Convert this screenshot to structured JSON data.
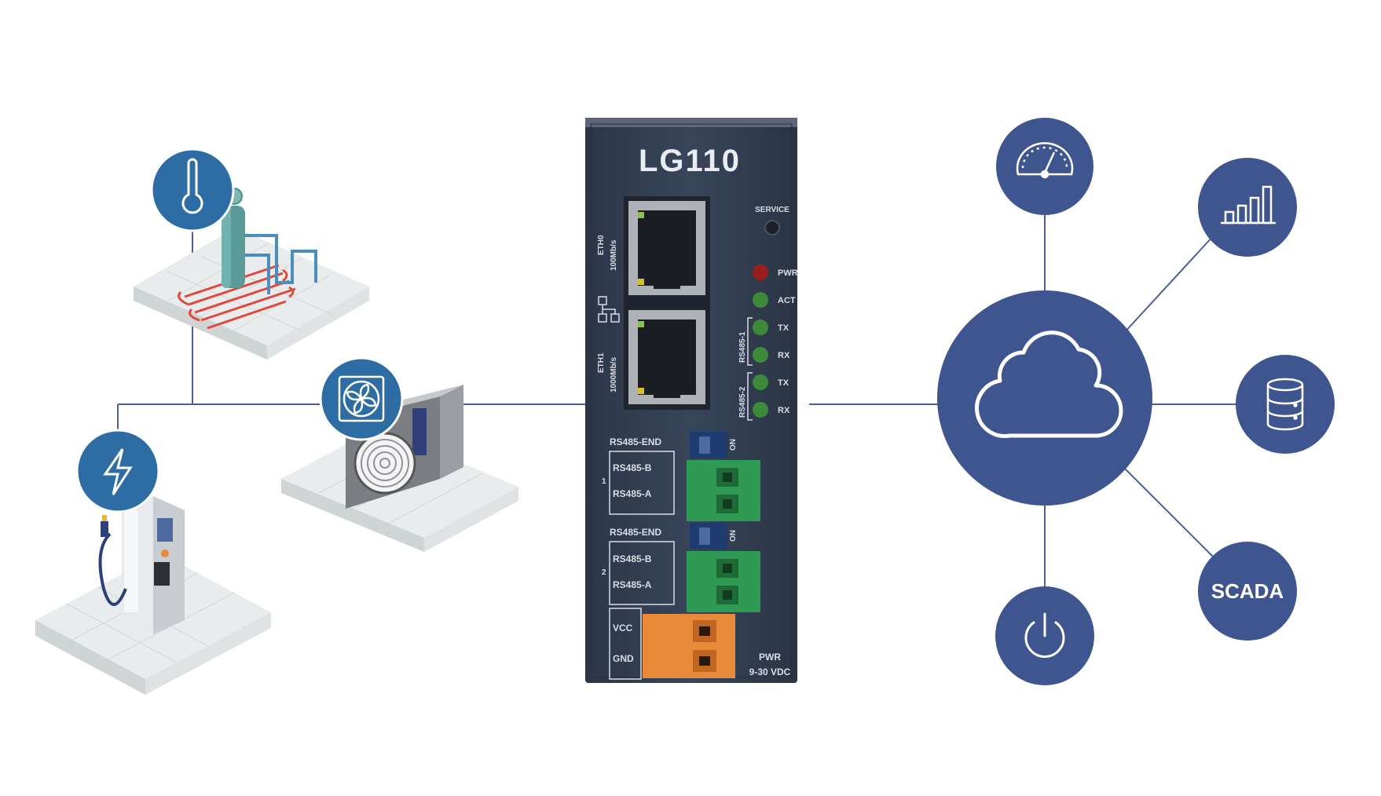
{
  "colors": {
    "node_blue": "#3f5590",
    "device_panel": "#333f52",
    "line_blue": "#4a5f97",
    "terminal_green": "#2f9a53",
    "terminal_orange": "#e98a3a",
    "pwr_led": "#9c1d1d",
    "status_led": "#3c8a3a"
  },
  "device": {
    "model": "LG110",
    "service_label": "SERVICE",
    "eth0_label": "ETH0",
    "eth0_speed": "100Mb/s",
    "eth1_label": "ETH1",
    "eth1_speed": "1000Mb/s",
    "leds": [
      "PWR",
      "ACT",
      "TX",
      "RX",
      "TX",
      "RX"
    ],
    "rs485_1_label": "RS485-1",
    "rs485_2_label": "RS485-2",
    "port1": {
      "end": "RS485-END",
      "b": "RS485-B",
      "a": "RS485-A",
      "num": "1"
    },
    "port2": {
      "end": "RS485-END",
      "b": "RS485-B",
      "a": "RS485-A",
      "num": "2"
    },
    "dip_on": "ON",
    "vcc": "VCC",
    "gnd": "GND",
    "pwr_label": "PWR",
    "pwr_range": "9-30 VDC"
  },
  "field_devices": [
    {
      "icon": "thermometer-icon",
      "equipment": "heat-pump-unit"
    },
    {
      "icon": "fan-icon",
      "equipment": "ac-outdoor-unit"
    },
    {
      "icon": "lightning-icon",
      "equipment": "ev-charger"
    }
  ],
  "cloud_services": [
    {
      "icon": "gauge-icon"
    },
    {
      "icon": "bar-chart-icon"
    },
    {
      "icon": "database-icon"
    },
    {
      "label": "SCADA"
    },
    {
      "icon": "power-icon"
    }
  ],
  "hub": {
    "icon": "cloud-icon"
  }
}
